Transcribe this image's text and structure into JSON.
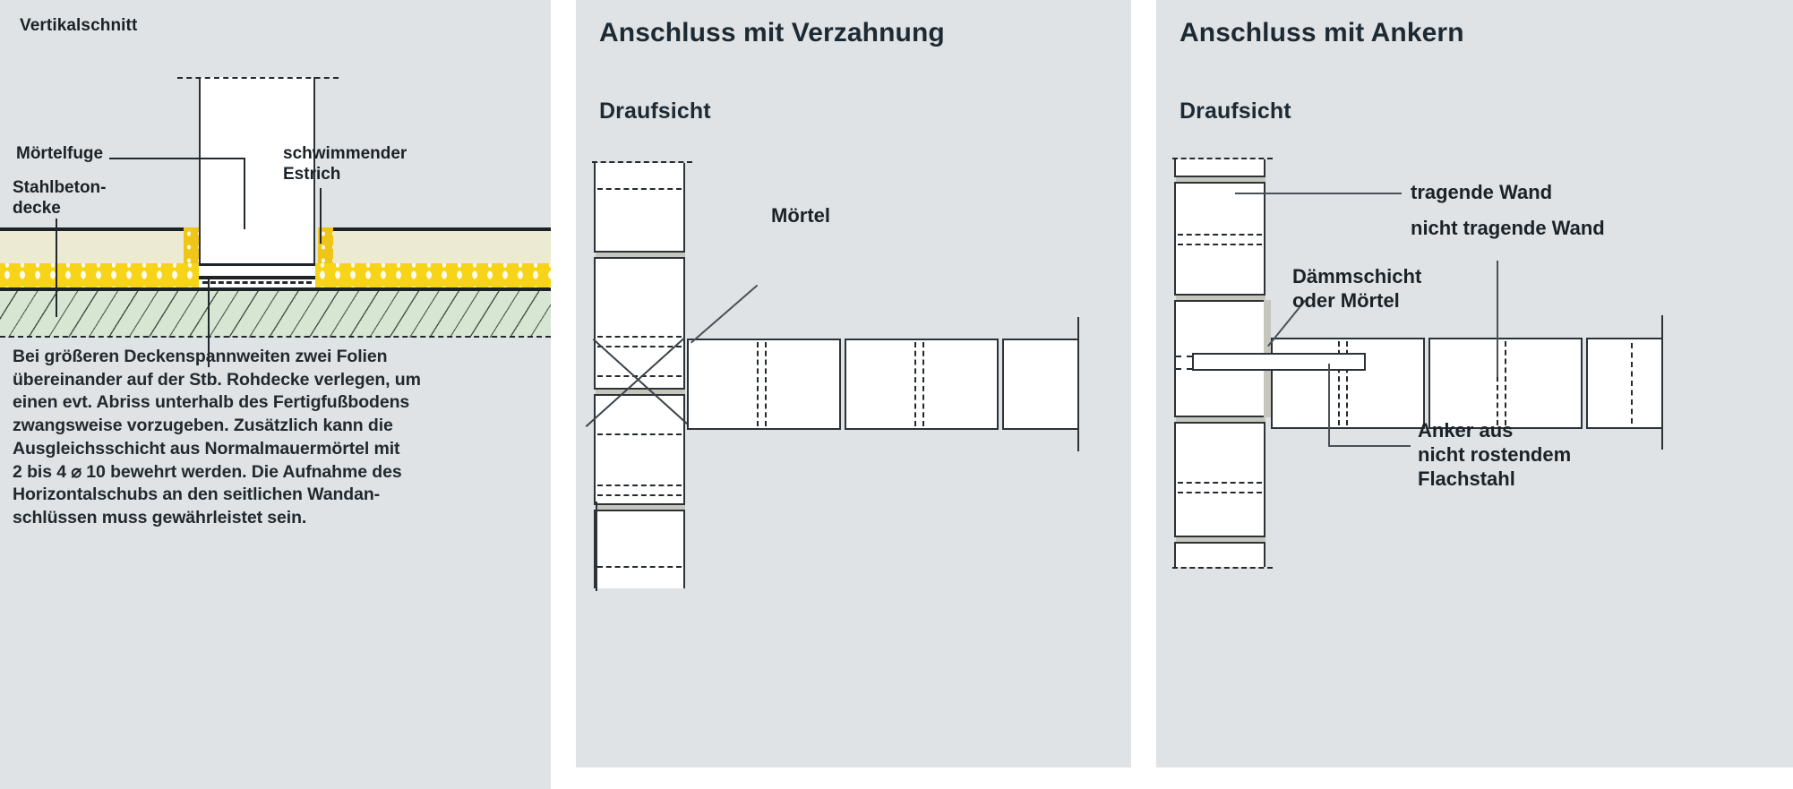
{
  "figure": {
    "title_left": "Vertikalschnitt",
    "panels": [
      {
        "id": "vertical-section",
        "heading": "Vertikalschnitt",
        "labels": [
          "Mörtelfuge",
          "Stahlbeton-\ndecke",
          "schwimmender\nEstrich"
        ],
        "note": "Bei größeren Deckenspannweiten zwei Folien\nübereinander auf der Stb. Rohdecke verlegen, um\neinen evt. Abriss unterhalb des Fertigfußbodens\nzwangsweise vorzugeben. Zusätzlich kann die\nAusgleichsschicht aus Normalmauermörtel mit\n2 bis 4 ⌀ 10 bewehrt werden. Die Aufnahme des\nHorizontalschubs an den seitlichen Wandan-\nschlüssen muss gewährleistet sein."
      },
      {
        "id": "toothed-connection",
        "heading": "Anschluss mit Verzahnung",
        "view": "Draufsicht",
        "labels": [
          "Mörtel"
        ]
      },
      {
        "id": "anchored-connection",
        "heading": "Anschluss mit Ankern",
        "view": "Draufsicht",
        "labels": [
          "tragende Wand",
          "nicht tragende Wand",
          "Dämmschicht\noder Mörtel",
          "Anker aus\nnicht rostendem\nFlachstahl"
        ]
      }
    ],
    "colors": {
      "panel_background": "#dfe3e6",
      "screed": "#ecead2",
      "insulation": "#f7d417",
      "concrete_slab": "#d6e6d2",
      "mortar_joint": "#efc518",
      "line": "#2b3238",
      "text": "#1a2228"
    }
  },
  "p1": {
    "heading": "Vertikalschnitt",
    "label_mortelfuge": "Mörtelfuge",
    "label_stahlbetondecke": "Stahlbeton-\ndecke",
    "label_estrich": "schwimmender\nEstrich",
    "note": "Bei größeren Deckenspannweiten zwei Folien\nübereinander auf der Stb. Rohdecke verlegen, um\neinen evt. Abriss unterhalb des Fertigfußbodens\nzwangsweise vorzugeben. Zusätzlich kann die\nAusgleichsschicht aus Normalmauermörtel mit\n2 bis 4 ⌀ 10 bewehrt werden. Die Aufnahme des\nHorizontalschubs an den seitlichen Wandan-\nschlüssen muss gewährleistet sein."
  },
  "p2": {
    "heading": "Anschluss mit Verzahnung",
    "view": "Draufsicht",
    "label_mortel": "Mörtel"
  },
  "p3": {
    "heading": "Anschluss mit Ankern",
    "view": "Draufsicht",
    "label_tragende_wand": "tragende Wand",
    "label_nicht_tragende_wand": "nicht tragende Wand",
    "label_daemmschicht": "Dämmschicht\noder Mörtel",
    "label_anker": "Anker aus\nnicht rostendem\nFlachstahl"
  }
}
